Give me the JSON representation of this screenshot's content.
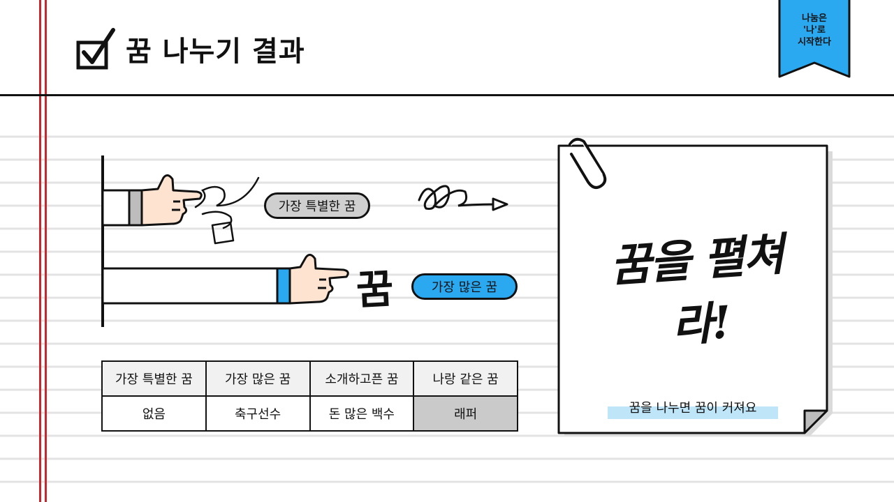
{
  "header": {
    "title": "꿈 나누기 결과",
    "bookmark": [
      "나눔은",
      "'나'로",
      "시작한다"
    ]
  },
  "diagram": {
    "labels": {
      "most_special": "가장 특별한 꿈",
      "most_common": "가장 많은 꿈"
    },
    "dream_glyph": "꿈"
  },
  "table": {
    "headers": [
      "가장 특별한 꿈",
      "가장 많은 꿈",
      "소개하고픈 꿈",
      "나랑 같은 꿈"
    ],
    "values": [
      "없음",
      "축구선수",
      "돈 많은 백수",
      "래퍼"
    ]
  },
  "note": {
    "headline": "꿈을 펼쳐라!",
    "caption": "꿈을 나누면 꿈이 커져요"
  },
  "colors": {
    "accent_blue": "#2aa8f0",
    "margin_red": "#c8282d",
    "highlight": "#bfe6f8"
  }
}
